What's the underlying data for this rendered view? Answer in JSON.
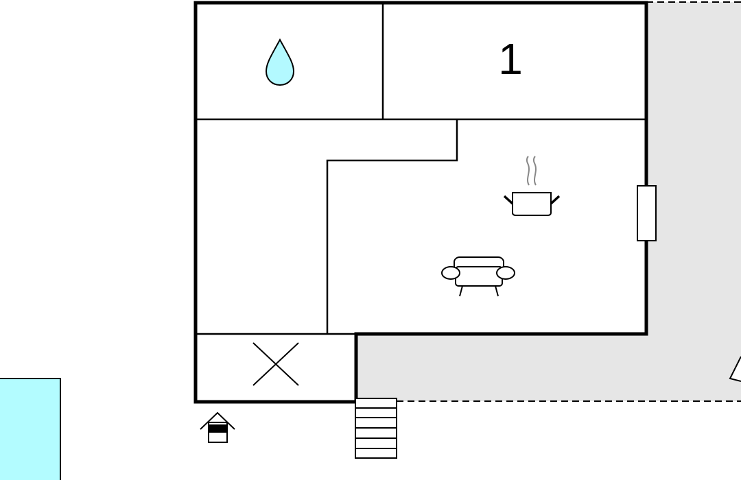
{
  "colors": {
    "wall": "#000000",
    "outdoor_area": "#e6e6e6",
    "water": "#b3f9ff",
    "pool": "#b3fcff",
    "steam": "#888888"
  },
  "rooms": {
    "bedroom": {
      "label": "1",
      "type": "bedroom"
    },
    "bathroom": {
      "type": "bathroom",
      "icon": "water-drop-icon"
    },
    "living_kitchen": {
      "type": "living-kitchen",
      "icons": [
        "cooking-pot-icon",
        "sofa-icon"
      ]
    },
    "hallway": {
      "type": "hallway"
    },
    "storage": {
      "type": "storage",
      "icon": "cross-icon"
    }
  },
  "exterior": {
    "terrace": "dashed-outline-area",
    "stairs": "stairs",
    "entrance_icon": "house-entrance-icon",
    "pool": "pool"
  }
}
